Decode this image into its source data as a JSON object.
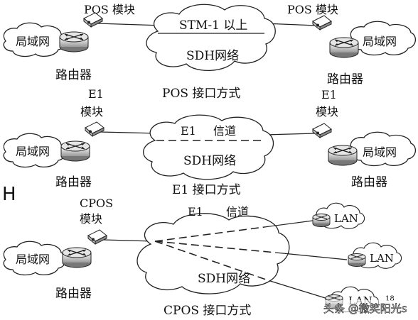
{
  "section_pos": {
    "left_module": "POS 模块",
    "right_module": "POS 模块",
    "channel": "STM-1  以上",
    "network": "SDH网络",
    "left_lan": "局域网",
    "right_lan": "局域网",
    "left_router": "路由器",
    "right_router": "路由器",
    "caption": "POS 接口方式"
  },
  "section_e1": {
    "left_module_l1": "E1",
    "left_module_l2": "模块",
    "right_module_l1": "E1",
    "right_module_l2": "模块",
    "channel_l": "E1",
    "channel_r": "信道",
    "network": "SDH网络",
    "left_lan": "局域网",
    "right_lan": "局域网",
    "left_router": "路由器",
    "right_router": "路由器",
    "caption": "E1 接口方式"
  },
  "section_cpos": {
    "marker": "H",
    "module_l1": "CPOS",
    "module_l2": "模块",
    "channel_l": "E1",
    "channel_r": "信道",
    "network": "SDH网络",
    "left_lan": "局域网",
    "left_router": "路由器",
    "lan_1": "LAN",
    "lan_2": "LAN",
    "lan_3": "LAN",
    "page_no": "18",
    "caption": "CPOS 接口方式"
  },
  "watermark": "头条 @微笑阳光s"
}
